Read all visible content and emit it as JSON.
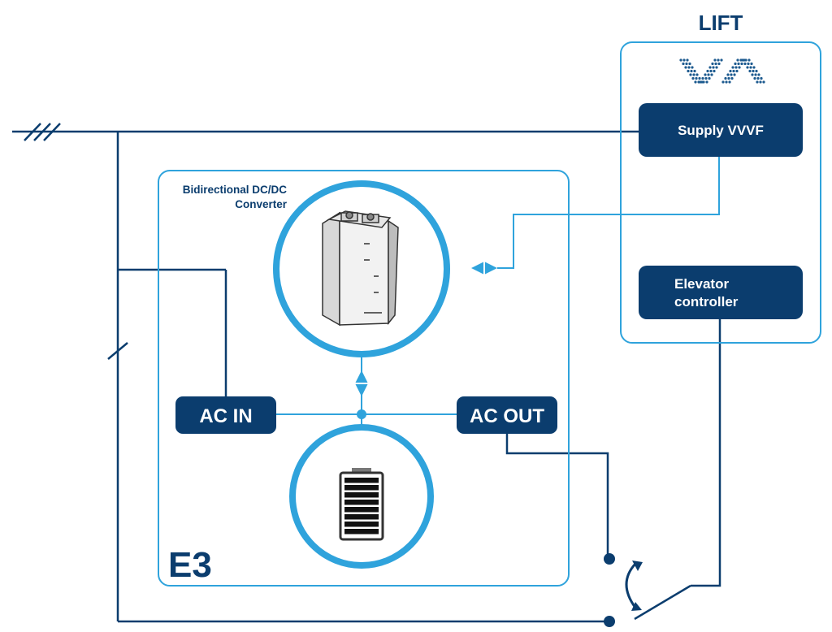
{
  "lift": {
    "title": "LIFT",
    "supply_label": "Supply VVVF",
    "controller_line1": "Elevator",
    "controller_line2": "controller"
  },
  "e3": {
    "title": "E3",
    "converter_line1": "Bidirectional DC/DC",
    "converter_line2": "Converter",
    "ac_in_label": "AC IN",
    "ac_out_label": "AC OUT"
  },
  "battery": {
    "cells": 8
  },
  "colors": {
    "navy": "#0b3d6e",
    "light_blue": "#2fa3dc",
    "white": "#ffffff"
  },
  "icons": {
    "lift_logo": "dotted-va-logo-icon",
    "converter": "converter-module-icon",
    "battery": "battery-icon"
  }
}
